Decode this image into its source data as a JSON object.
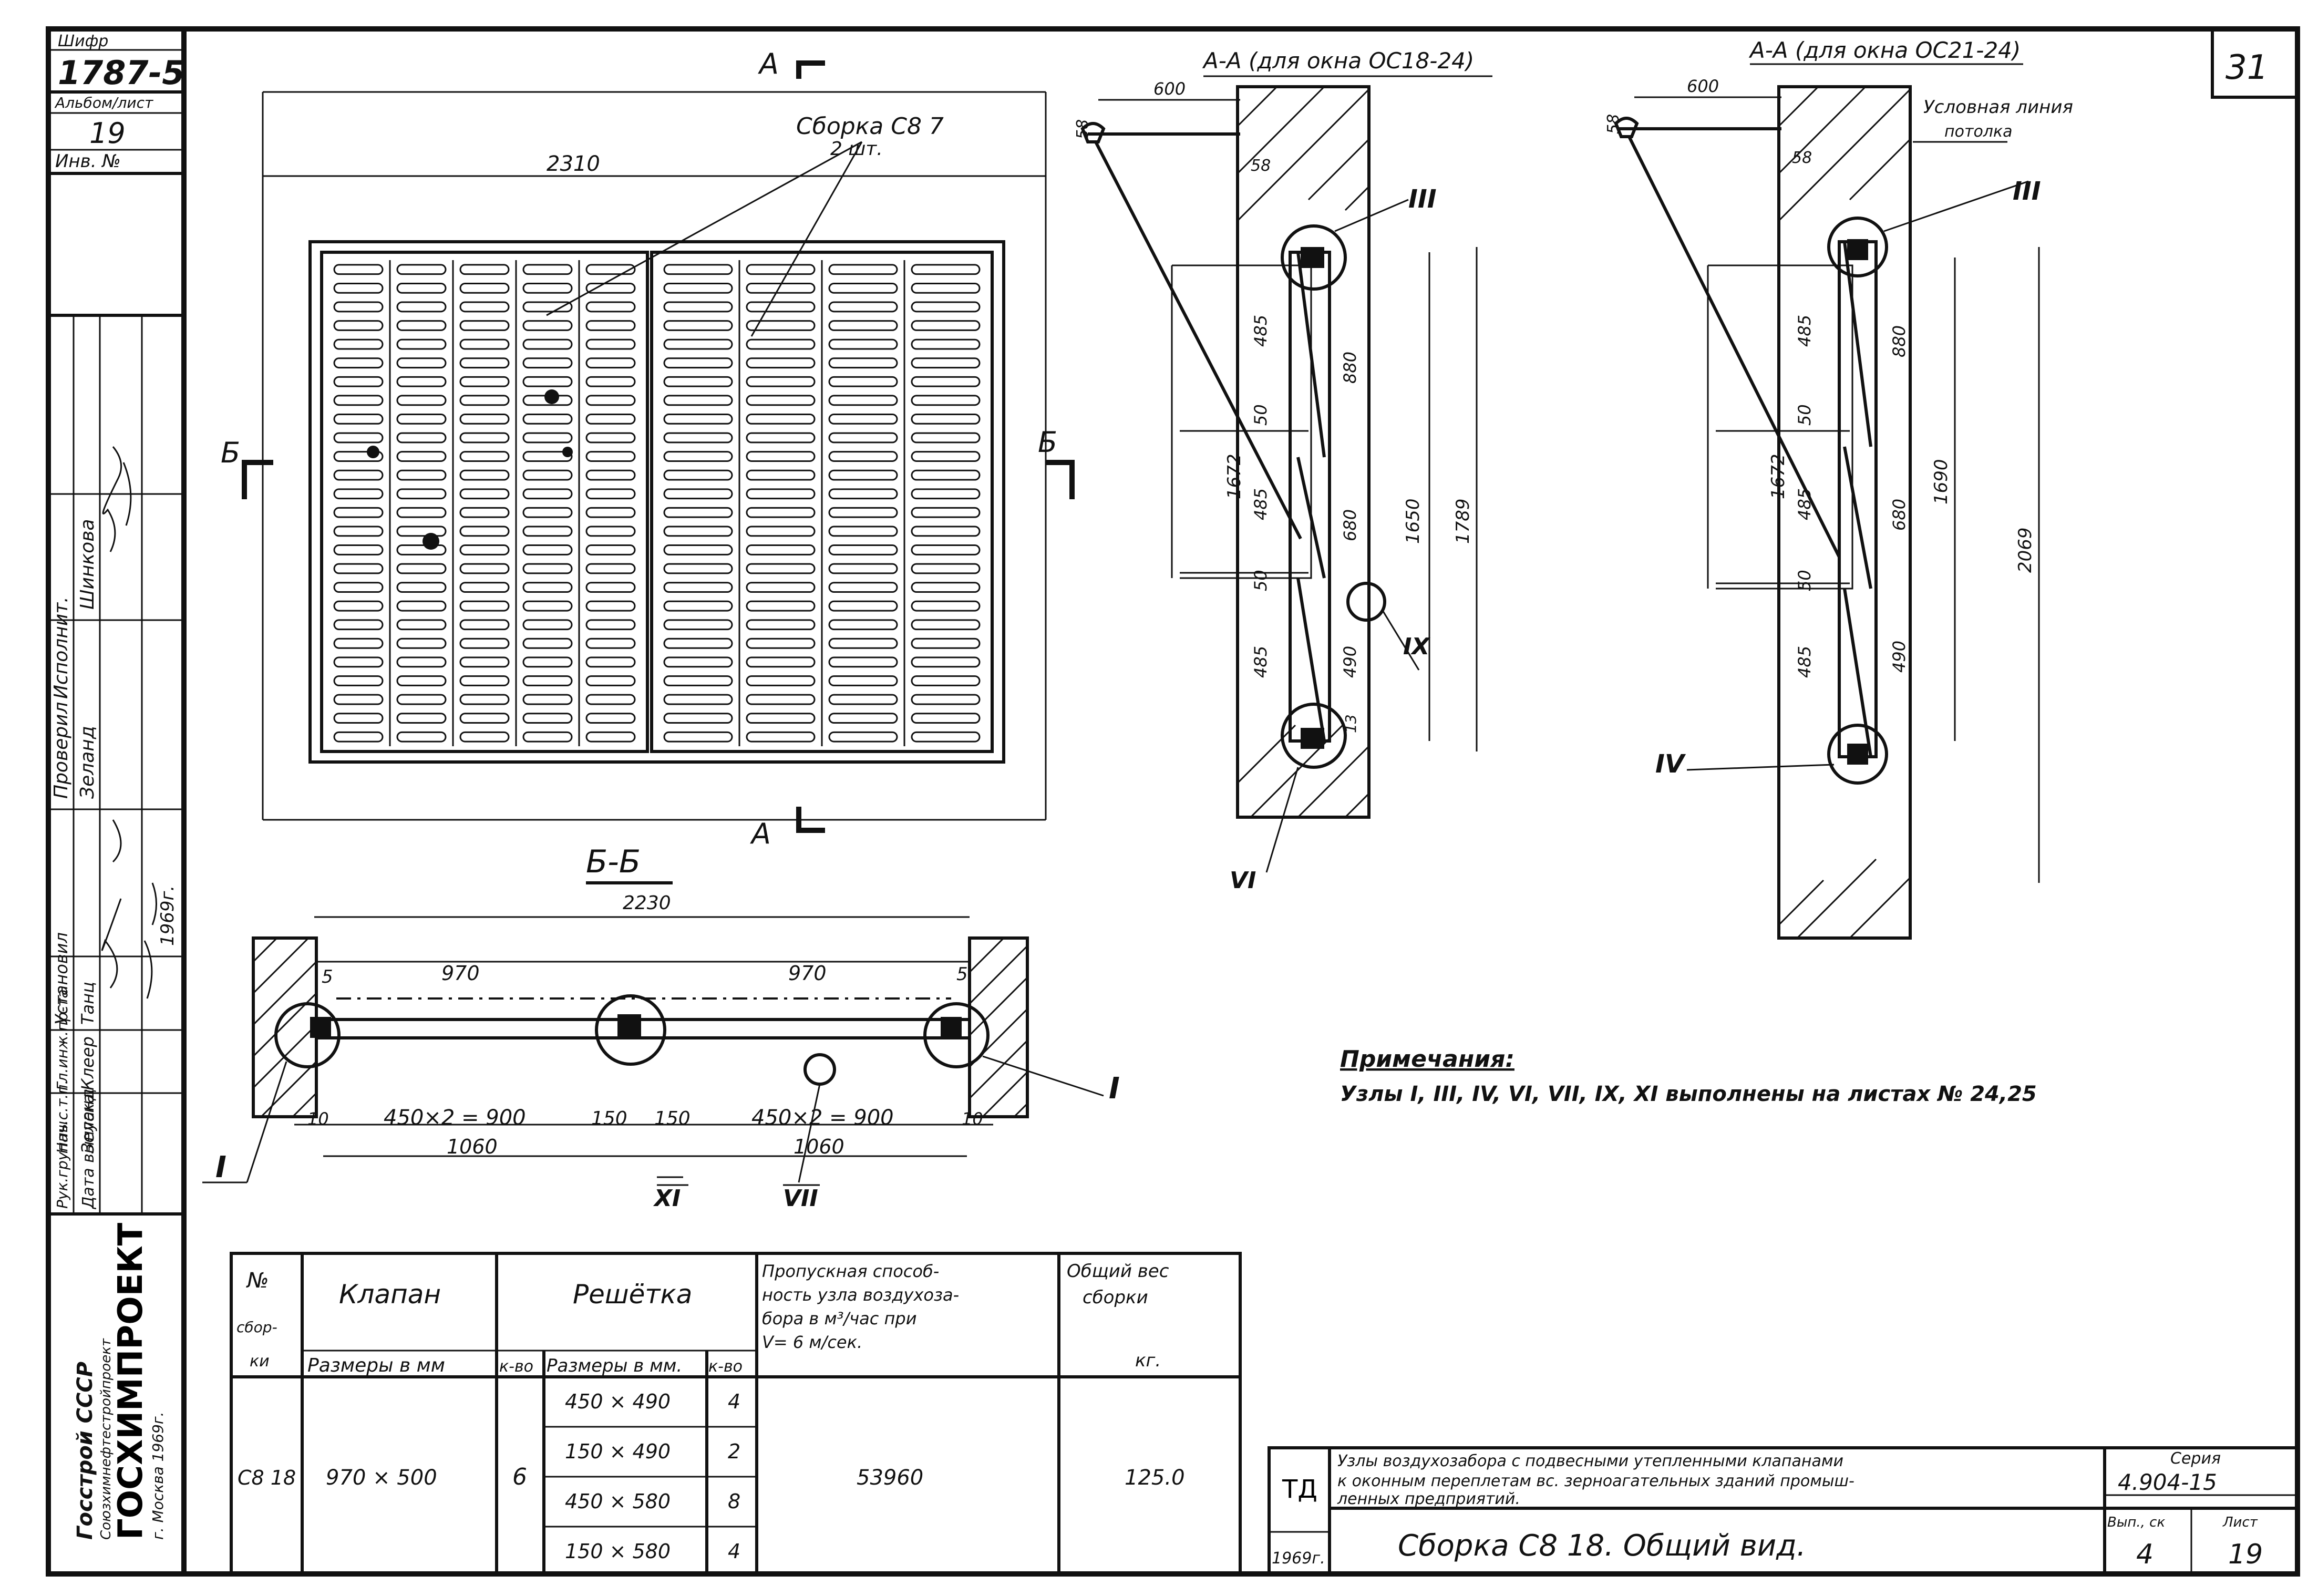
{
  "sheet_number": "31",
  "sidebar": {
    "shifr_label": "Шифр",
    "shifr_value": "1787-5",
    "album_sheet_label": "Альбом/лист",
    "album_sheet_value": "19",
    "inv_label": "Инв. №",
    "signers": [
      {
        "role": "Исполнит.",
        "name": "Шинкова"
      },
      {
        "role": "Проверил",
        "name": "Зеланд"
      },
      {
        "role": "Установил",
        "name": "Танц"
      },
      {
        "role": "Гл.инж.пр-та",
        "name": "Клеер"
      },
      {
        "role": "Нач.с.т.п.",
        "name": "Зеланд"
      },
      {
        "role": "Рук.группы",
        "name": ""
      }
    ],
    "release_date_label": "Дата выпуска:",
    "release_year": "1969г.",
    "org_line1": "Госстрой СССР",
    "org_line2": "Союзхимнефтестройпроект",
    "org_line3": "ГОСХИМПРОЕКТ",
    "org_line4": "г. Москва 1969г."
  },
  "plan": {
    "section_a": "А",
    "section_b": "Б",
    "assembly_label": "Сборка С8 7",
    "assembly_qty": "2 шт.",
    "width_dim": "2310"
  },
  "section_bb": {
    "title": "Б-Б",
    "overall": "2230",
    "left_span": "970",
    "right_span": "970",
    "gap_left": "5",
    "gap_right": "5",
    "left_inner": "450×2 = 900",
    "right_inner": "450×2 = 900",
    "left_total": "1060",
    "right_total": "1060",
    "mid_a": "150",
    "mid_b": "150",
    "end_a": "10",
    "end_b": "10",
    "node_i": "I",
    "node_xi": "XI",
    "node_vii": "VII"
  },
  "section_aa_1": {
    "title": "А-А (для окна ОС18-24)",
    "top_dim": "600",
    "left_dim": "58",
    "small_dim": "58",
    "d485a": "485",
    "d50a": "50",
    "d485b": "485",
    "d50b": "50",
    "d485c": "485",
    "d880": "880",
    "d680": "680",
    "d490": "490",
    "d13": "13",
    "d1672": "1672",
    "d1650": "1650",
    "d1789": "1789",
    "node_iii": "III",
    "node_ix": "IX",
    "node_vi": "VI"
  },
  "section_aa_2": {
    "title": "А-А (для окна ОС21-24)",
    "top_dim": "600",
    "left_dim": "58",
    "small_dim": "58",
    "ceiling_line_1": "Условная линия",
    "ceiling_line_2": "потолка",
    "d485a": "485",
    "d50a": "50",
    "d485b": "485",
    "d50b": "50",
    "d485c": "485",
    "d880": "880",
    "d680": "680",
    "d490": "490",
    "d1672": "1672",
    "d1690": "1690",
    "d2069": "2069",
    "node_iii": "III",
    "node_iv": "IV"
  },
  "notes": {
    "heading": "Примечания:",
    "text": "Узлы I, III, IV, VI, VII, IX, XI выполнены на листах № 24,25"
  },
  "spec_table": {
    "h_no": "№",
    "h_no_sub1": "сбор-",
    "h_no_sub2": "ки",
    "h_valve": "Клапан",
    "h_valve_size": "Размеры в мм",
    "h_valve_qty": "к-во",
    "h_grille": "Решётка",
    "h_grille_size": "Размеры в мм.",
    "h_grille_qty": "к-во",
    "h_capacity_1": "Пропускная способ-",
    "h_capacity_2": "ность узла воздухоза-",
    "h_capacity_3": "бора в м³/час при",
    "h_capacity_4": "V= 6 м/сек.",
    "h_weight_1": "Общий вес",
    "h_weight_2": "сборки",
    "h_weight_unit": "кг.",
    "assembly": "С8 18",
    "valve_size": "970 × 500",
    "valve_qty": "6",
    "grilles": [
      {
        "size": "450 × 490",
        "qty": "4"
      },
      {
        "size": "150 × 490",
        "qty": "2"
      },
      {
        "size": "450 × 580",
        "qty": "8"
      },
      {
        "size": "150 × 580",
        "qty": "4"
      }
    ],
    "capacity": "53960",
    "weight": "125.0"
  },
  "title_block": {
    "org": "ТД",
    "year": "1969г.",
    "description_1": "Узлы воздухозабора с подвесными утепленными клапанами",
    "description_2": "к оконным переплетам вс. зерноагательных зданий промыш-",
    "description_3": "ленных предприятий.",
    "drawing_title": "Сборка С8 18. Общий вид.",
    "series_label": "Серия",
    "series_value": "4.904-15",
    "issue_label": "Вып., ск",
    "issue_value": "4",
    "sheet_label": "Лист",
    "sheet_value": "19"
  }
}
